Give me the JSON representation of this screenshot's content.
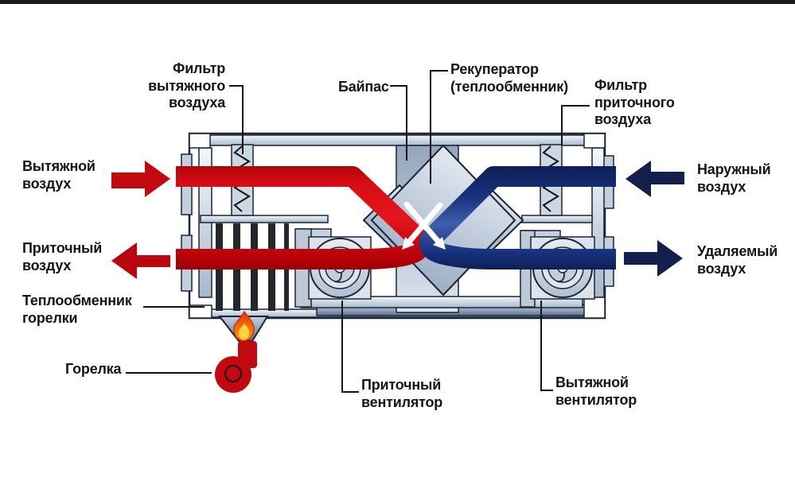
{
  "colors": {
    "hot_flow_red": "#c20910",
    "cold_flow_navy": "#141f4b",
    "blue_band_light": "#3e5ea9",
    "metal_light": "#f4f7fa",
    "metal_dark": "#a6b8cd",
    "outline": "#1b2433",
    "label_text": "#151515",
    "top_bar": "#191919",
    "flame_orange": "#f07010",
    "flame_yellow": "#ffd43c"
  },
  "labels": {
    "filter_exhaust": {
      "lines": [
        "Фильтр",
        "вытяжного",
        "воздуха"
      ]
    },
    "bypass": {
      "lines": [
        "Байпас"
      ]
    },
    "recuperator": {
      "lines": [
        "Рекуператор",
        "(теплообменник)"
      ]
    },
    "filter_supply": {
      "lines": [
        "Фильтр",
        "приточного",
        "воздуха"
      ]
    },
    "exhaust_air": {
      "lines": [
        "Вытяжной",
        "воздух"
      ]
    },
    "outdoor_air": {
      "lines": [
        "Наружный",
        "воздух"
      ]
    },
    "supply_air": {
      "lines": [
        "Приточный",
        "воздух"
      ]
    },
    "removed_air": {
      "lines": [
        "Удаляемый",
        "воздух"
      ]
    },
    "burner_hx": {
      "lines": [
        "Теплообменник",
        "горелки"
      ]
    },
    "burner": {
      "lines": [
        "Горелка"
      ]
    },
    "supply_fan": {
      "lines": [
        "Приточный",
        "вентилятор"
      ]
    },
    "exhaust_fan": {
      "lines": [
        "Вытяжной",
        "вентилятор"
      ]
    }
  }
}
